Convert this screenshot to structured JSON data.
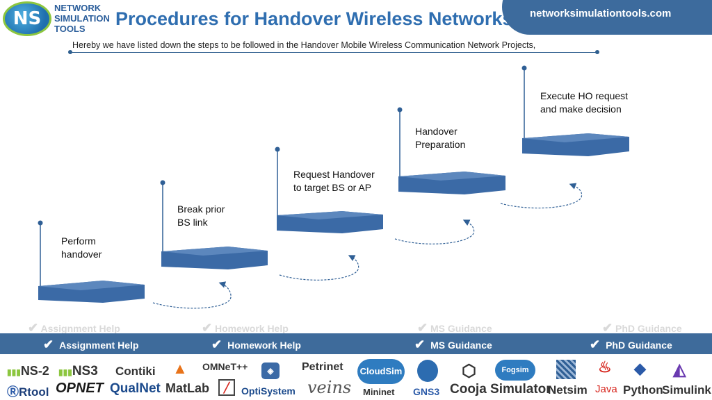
{
  "header": {
    "logo_initials": "NS",
    "logo_line1": "NETWORK",
    "logo_line2": "SIMULATION",
    "logo_line3": "TOOLS",
    "title": "Procedures for Handover Wireless Networks",
    "site": "networksimulationtools.com"
  },
  "subtitle": "Hereby we have listed down the steps to be followed in the Handover Mobile Wireless Communication Network Projects,",
  "steps": [
    {
      "label": "Perform\nhandover"
    },
    {
      "label": "Break prior\nBS link"
    },
    {
      "label": "Request Handover\nto target BS or AP"
    },
    {
      "label": "Handover\nPreparation"
    },
    {
      "label": "Execute HO request\nand make decision"
    }
  ],
  "services": [
    {
      "label": "Assignment Help"
    },
    {
      "label": "Homework Help"
    },
    {
      "label": "MS  Guidance"
    },
    {
      "label": "PhD  Guidance"
    }
  ],
  "tools": [
    {
      "label": "NS-2",
      "color": "#333333"
    },
    {
      "label": "NS3",
      "color": "#333333"
    },
    {
      "label": "Contiki",
      "color": "#333333"
    },
    {
      "label": "OMNeT++",
      "color": "#333333"
    },
    {
      "label": "Petrinet",
      "color": "#333333"
    },
    {
      "label": "CloudSim",
      "color": "#ffffff"
    },
    {
      "label": "Fogsim",
      "color": "#333333"
    },
    {
      "label": "Rtool",
      "color": "#1d3f7a"
    },
    {
      "label": "OPNET",
      "color": "#1a1a1a"
    },
    {
      "label": "QualNet",
      "color": "#1b4a8c"
    },
    {
      "label": "MatLab",
      "color": "#333333"
    },
    {
      "label": "OptiSystem",
      "color": "#1b4a8c"
    },
    {
      "label": "veins",
      "color": "#555555"
    },
    {
      "label": "Mininet",
      "color": "#333333"
    },
    {
      "label": "GNS3",
      "color": "#2b5aa8"
    },
    {
      "label": "Cooja Simulator",
      "color": "#333333"
    },
    {
      "label": "Netsim",
      "color": "#333333"
    },
    {
      "label": "Java",
      "color": "#d7261e"
    },
    {
      "label": "Python",
      "color": "#333333"
    },
    {
      "label": "Simulink",
      "color": "#333333"
    }
  ],
  "colors": {
    "accent": "#3e6b9b",
    "title": "#2f6eb0",
    "block_top": "#4a78b3",
    "block_front": "#3b6aa6"
  }
}
